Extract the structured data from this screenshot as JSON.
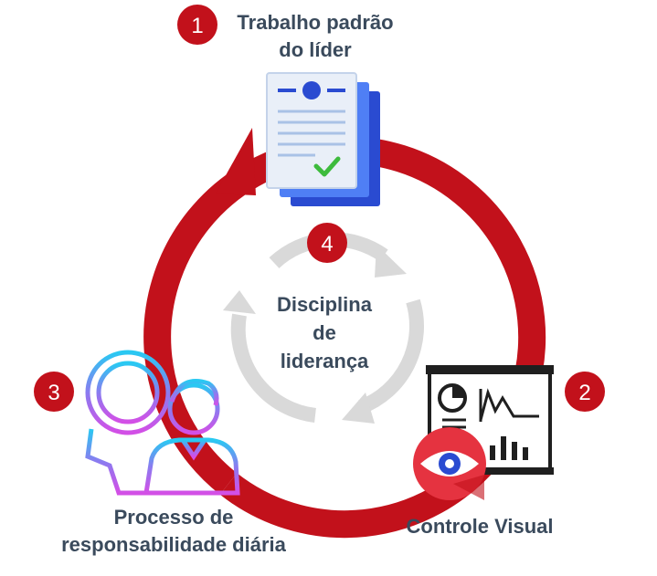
{
  "steps": [
    {
      "number": "1",
      "label_line1": "Trabalho padrão",
      "label_line2": "do líder",
      "icon": "document-checklist-icon"
    },
    {
      "number": "2",
      "label": "Controle Visual",
      "icon": "dashboard-eye-icon"
    },
    {
      "number": "3",
      "label_line1": "Processo de",
      "label_line2": "responsabilidade diária",
      "icon": "clock-people-icon"
    },
    {
      "number": "4",
      "center_line1": "Disciplina",
      "center_line2": "de",
      "center_line3": "liderança",
      "icon": "refresh-cycle-icon"
    }
  ],
  "colors": {
    "cycle_red": "#c2111b",
    "inner_cycle_gray": "#d9d9d9",
    "text": "#3a4a5c",
    "doc_blue": "#2a4bd1",
    "eye_red": "#e53340"
  }
}
